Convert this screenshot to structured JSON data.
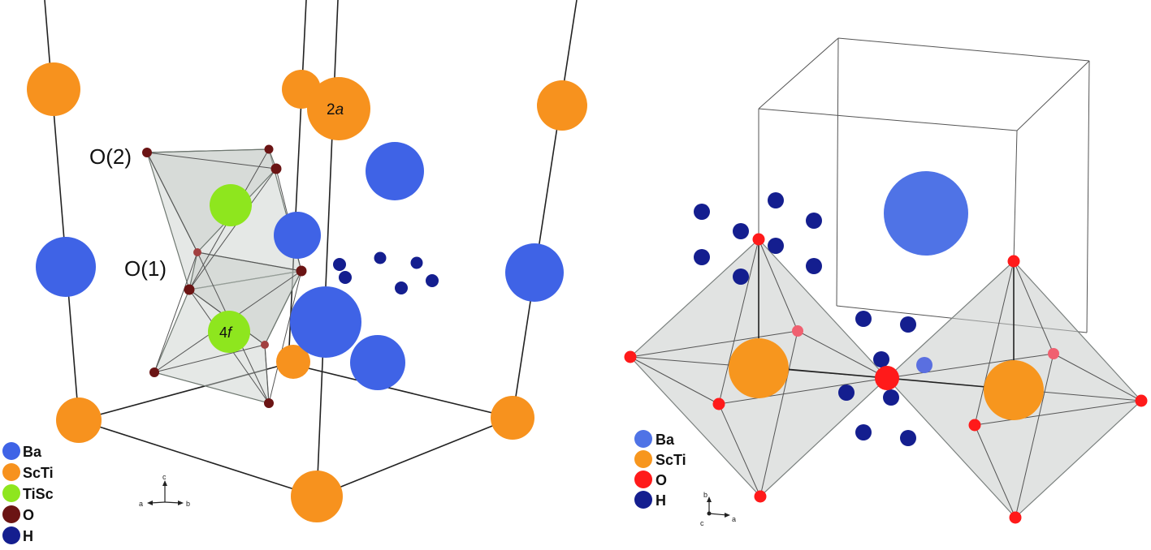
{
  "left_panel": {
    "labels": {
      "o2": "O(2)",
      "o1": "O(1)",
      "site_2a_num": "2",
      "site_2a_letter": "a",
      "site_4f_num": "4",
      "site_4f_letter": "f"
    },
    "legend": [
      {
        "label": "Ba",
        "color": "#3f63e6"
      },
      {
        "label": "ScTi",
        "color": "#f7921e"
      },
      {
        "label": "TiSc",
        "color": "#8ee61e"
      },
      {
        "label": "O",
        "color": "#6b1414"
      },
      {
        "label": "H",
        "color": "#141e8f"
      }
    ],
    "axes": {
      "c": "c",
      "a": "a",
      "b": "b"
    }
  },
  "right_panel": {
    "legend": [
      {
        "label": "Ba",
        "color": "#4f73e6"
      },
      {
        "label": "ScTi",
        "color": "#f7961e"
      },
      {
        "label": "O",
        "color": "#ff1a1a"
      },
      {
        "label": "H",
        "color": "#141e8f"
      }
    ],
    "axes": {
      "b": "b",
      "c": "c",
      "a": "a"
    }
  },
  "colors": {
    "ba": "#3f63e6",
    "scti": "#f7921e",
    "tisc": "#8ee61e",
    "o_dark": "#6b1414",
    "o_red": "#ff1a1a",
    "h": "#141e8f"
  }
}
